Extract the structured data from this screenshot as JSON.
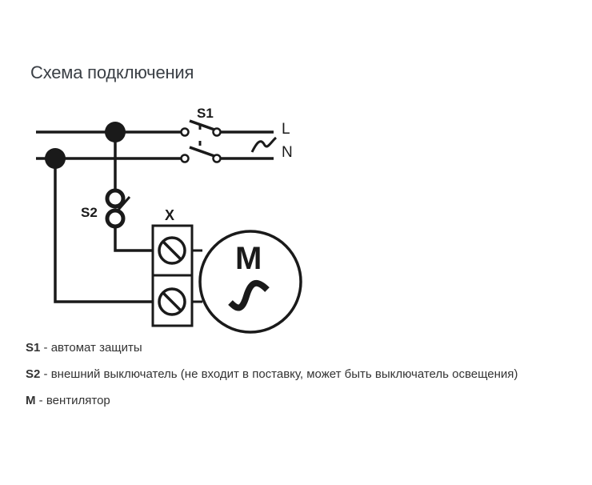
{
  "title": "Схема подключения",
  "diagram": {
    "s1": "S1",
    "s2": "S2",
    "x": "X",
    "l": "L",
    "n": "N",
    "m": "M"
  },
  "legend": [
    {
      "key": "S1",
      "text": " - автомат защиты"
    },
    {
      "key": "S2",
      "text": " - внешний выключатель (не входит в поставку, может быть выключатель освещения)"
    },
    {
      "key": "M",
      "text": " - вентилятор"
    }
  ]
}
